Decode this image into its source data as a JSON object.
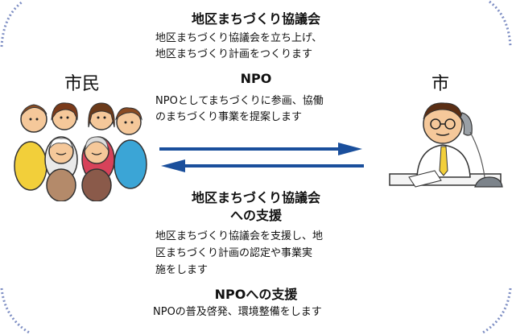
{
  "parties": {
    "citizens": "市民",
    "city": "市"
  },
  "top": {
    "council_title": "地区まちづくり協議会",
    "council_desc": [
      "地区まちづくり協議会を立ち上げ、",
      "地区まちづくり計画をつくります"
    ],
    "npo_title": "NPO",
    "npo_desc": [
      "NPOとしてまちづくりに参画、協働",
      "のまちづくり事業を提案します"
    ]
  },
  "bottom": {
    "council_support_title": [
      "地区まちづくり協議会",
      "への支援"
    ],
    "council_support_desc": [
      "地区まちづくり協議会を支援し、地",
      "区まちづくり計画の認定や事業実",
      "施をします"
    ],
    "npo_support_title": "NPOへの支援",
    "npo_support_desc": "NPOの普及啓発、環境整備をします"
  },
  "colors": {
    "arrow": "#1a4f9c",
    "corner_dots": "#7f8fc4"
  },
  "icons": {
    "citizens": "group-of-people-illustration",
    "city": "official-on-phone-illustration"
  }
}
